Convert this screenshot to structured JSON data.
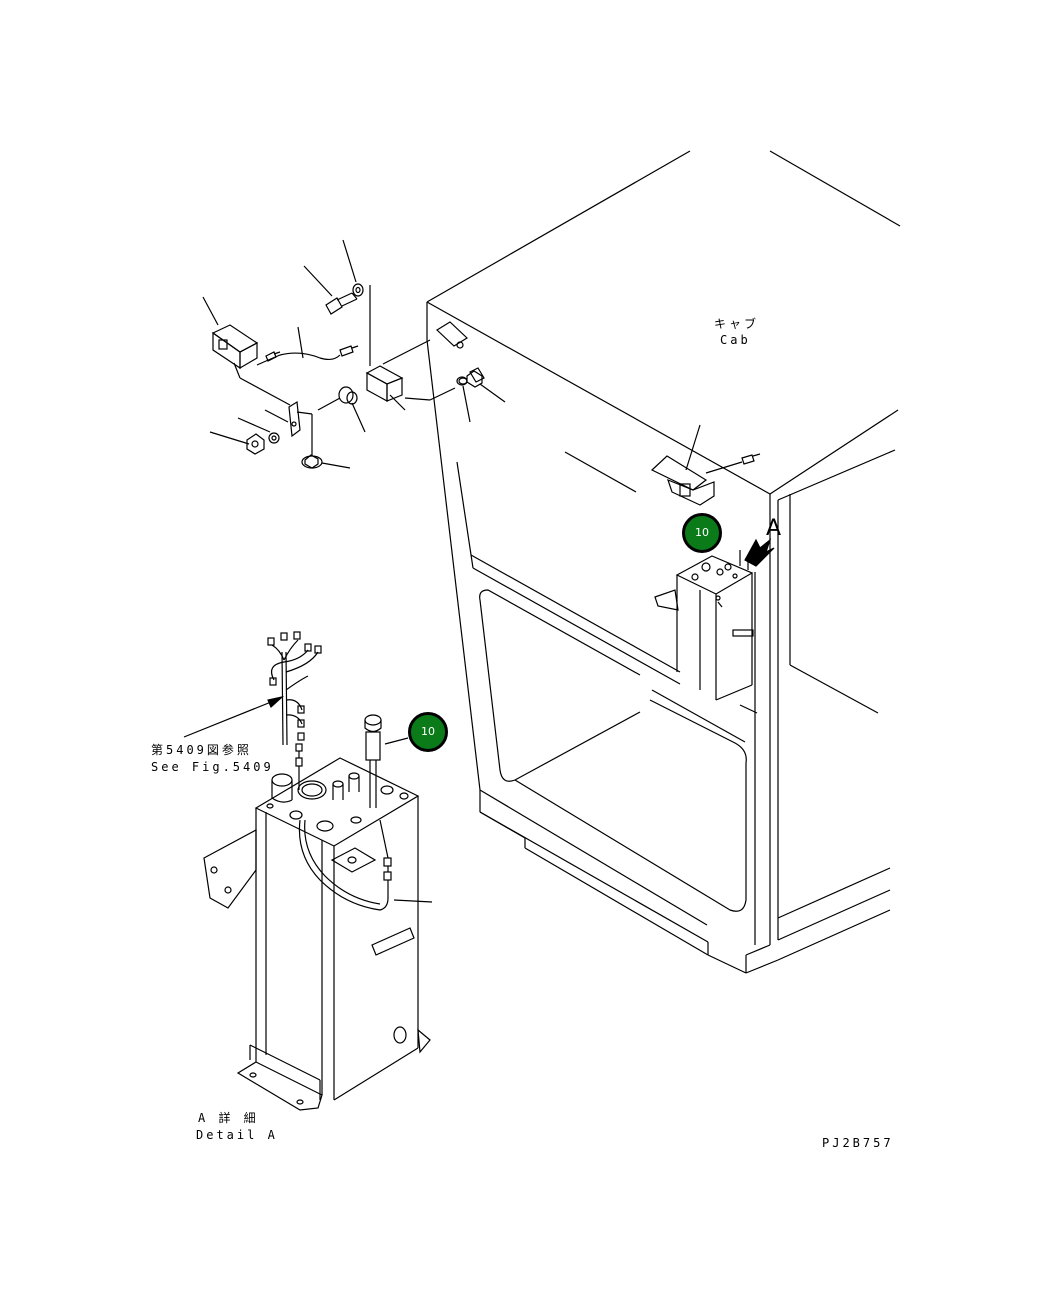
{
  "labels": {
    "cab_jp": "キャブ",
    "cab_en": "Cab",
    "view_marker": "A",
    "see_fig_jp": "第5409図参照",
    "see_fig_en": "See Fig.5409",
    "detail_jp": "A 詳 細",
    "detail_en": "Detail A",
    "drawing_number": "PJ2B757"
  },
  "callouts": [
    {
      "id": "10",
      "label": "10"
    },
    {
      "id": "10",
      "label": "10"
    }
  ],
  "colors": {
    "callout_fill": "#0b7a19",
    "line": "#000000",
    "background": "#ffffff"
  }
}
